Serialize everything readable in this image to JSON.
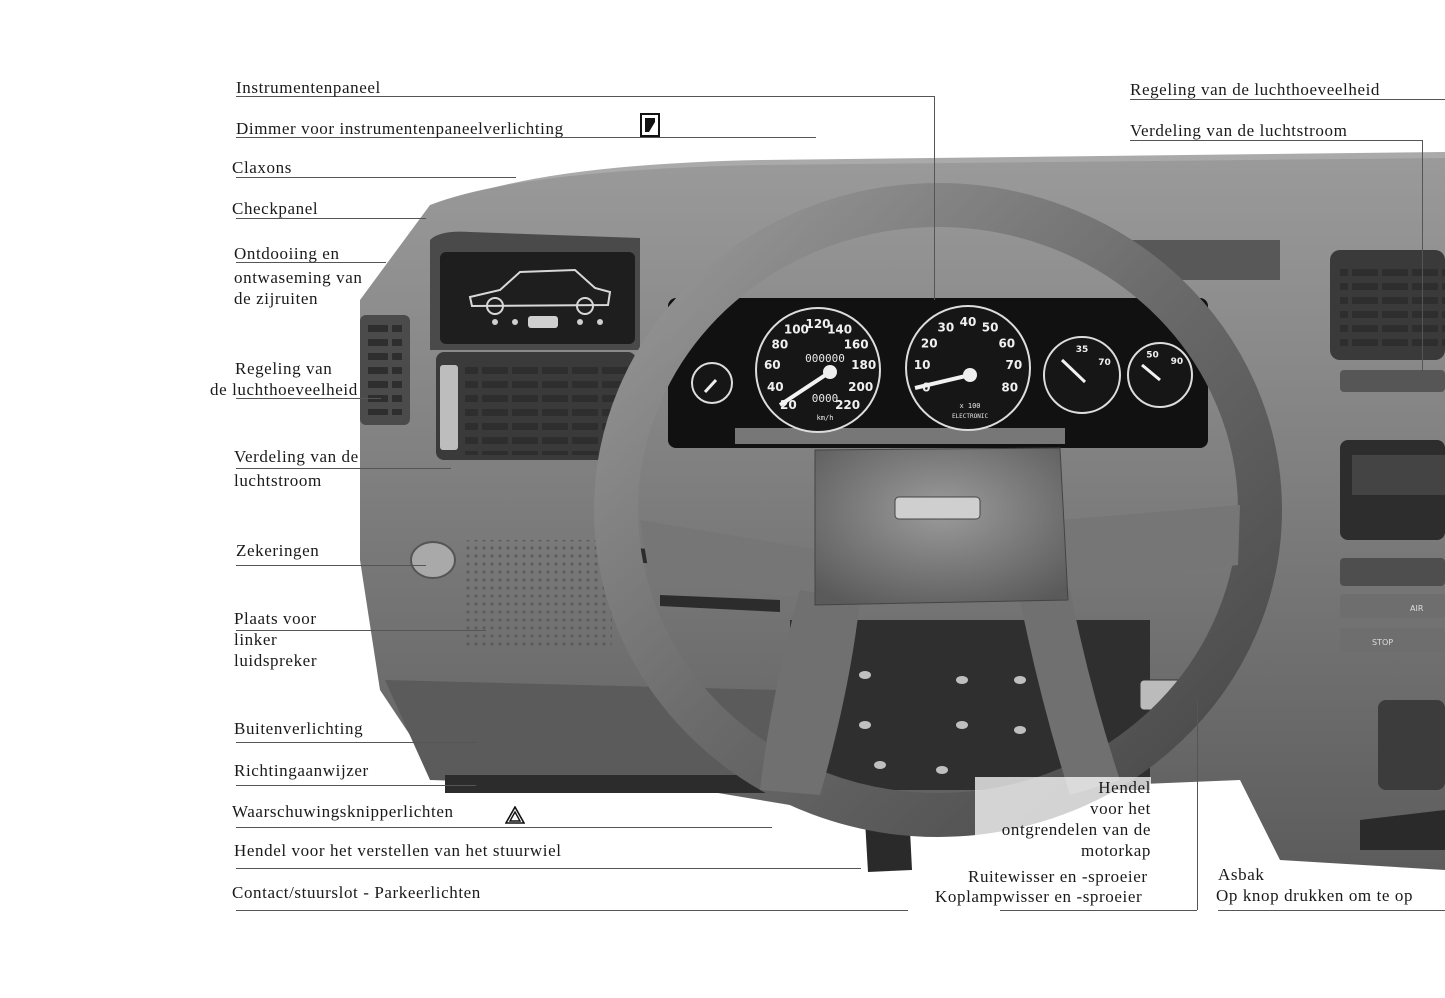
{
  "left_labels": [
    {
      "id": "instrumentenpaneel",
      "text": "Instrumentenpaneel"
    },
    {
      "id": "dimmer",
      "text": "Dimmer voor instrumentenpaneelverlichting"
    },
    {
      "id": "claxons",
      "text": "Claxons"
    },
    {
      "id": "checkpanel",
      "text": "Checkpanel"
    },
    {
      "id": "ontdooiing",
      "lines": [
        "Ontdooiing en",
        "ontwaseming van",
        "de zijruiten"
      ]
    },
    {
      "id": "regeling_left",
      "lines": [
        "Regeling van",
        "de luchthoeveelheid"
      ]
    },
    {
      "id": "verdeling_left",
      "lines": [
        "Verdeling van de",
        "luchtstroom"
      ]
    },
    {
      "id": "zekeringen",
      "text": "Zekeringen"
    },
    {
      "id": "luidspreker",
      "lines": [
        "Plaats voor",
        "linker",
        "luidspreker"
      ]
    },
    {
      "id": "buitenverlichting",
      "text": "Buitenverlichting"
    },
    {
      "id": "richting",
      "text": "Richtingaanwijzer"
    },
    {
      "id": "waarschuwing",
      "text": "Waarschuwingsknipperlichten"
    },
    {
      "id": "hendel_stuur",
      "text": "Hendel voor het verstellen van het stuurwiel"
    },
    {
      "id": "contact",
      "text": "Contact/stuurslot - Parkeerlichten"
    }
  ],
  "right_labels": {
    "regeling_right": "Regeling van de luchthoeveelheid",
    "verdeling_right": "Verdeling van de luchtstroom",
    "motorkap": [
      "Hendel",
      "voor het",
      "ontgrendelen van de",
      "motorkap"
    ],
    "ruitewisser": "Ruitewisser en -sproeier",
    "koplamp": "Koplampwisser en -sproeier",
    "asbak": "Asbak",
    "asbak_hint": "Op knop drukken om te op"
  },
  "speedometer": {
    "ticks": [
      "20",
      "40",
      "60",
      "80",
      "100",
      "120",
      "140",
      "160",
      "180",
      "200",
      "220"
    ],
    "unit": "km/h",
    "odometer": "000000",
    "trip": "0000"
  },
  "tachometer": {
    "ticks": [
      "0",
      "10",
      "20",
      "30",
      "40",
      "50",
      "60",
      "70",
      "80"
    ],
    "unit": "x 100",
    "caption": "ELECTRONIC"
  },
  "temp_gauge": {
    "ticks": [
      "35",
      "70"
    ]
  },
  "fuel_gauge": {
    "ticks": [
      "50",
      "90"
    ]
  },
  "vent_labels": {
    "air": "AIR",
    "stop": "STOP"
  },
  "colors": {
    "dash": "#8a8a8a",
    "dash_dark": "#3a3a3a",
    "wheel": "#6e6e6e",
    "label": "#1a1a1a",
    "leader": "#555555"
  }
}
